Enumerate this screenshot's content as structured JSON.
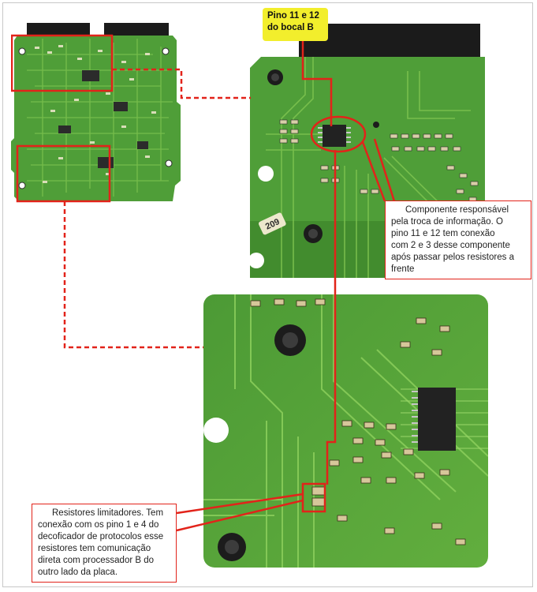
{
  "colors": {
    "board": "#4f9e38",
    "board_light": "#7cc24f",
    "accent": "#e2231a",
    "tag_bg": "#f2ee2c",
    "connector": "#1b1b1b"
  },
  "label_pins": {
    "lines": [
      "Pino 11 e 12",
      "do bocal B"
    ]
  },
  "callout_component": {
    "lines": [
      "Componente responsável",
      "pela troca de informação. O",
      "pino 11 e 12 tem conexão",
      "com 2 e 3 desse componente",
      "após passar pelos resistores a",
      "frente"
    ]
  },
  "callout_resistors": {
    "lines": [
      "Resistores limitadores. Tem",
      "conexão com os pino 1 e 4 do",
      "decoficador de protocolos esse",
      "resistores tem comunicação",
      "direta com processador B do",
      "outro lado da placa."
    ]
  },
  "board_marking": {
    "text": "209"
  }
}
